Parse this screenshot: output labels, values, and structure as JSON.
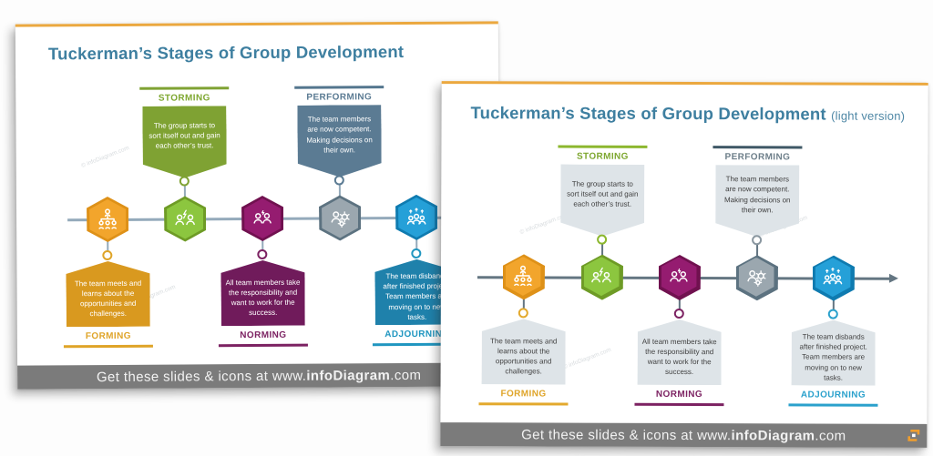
{
  "shared": {
    "title": "Tuckerman’s Stages of Group Development",
    "watermark": "© infoDiagram.com",
    "footer": {
      "prefix": "Get these slides & icons at www.",
      "brand": "infoDiagram",
      "suffix": ".com"
    }
  },
  "front_slide": {
    "title_suffix": "(light version)"
  },
  "stages": [
    {
      "id": "forming",
      "label": "FORMING",
      "side": "below",
      "description": "The team meets and learns about the opportunities and challenges.",
      "accent": "#DFA428",
      "hex_fill": "#F2A52C",
      "hex_border": "#DE9118",
      "box_dark": "#D9991F",
      "icon": "org-hierarchy"
    },
    {
      "id": "storming",
      "label": "STORMING",
      "side": "above",
      "description": "The group starts to sort itself out and gain each other’s trust.",
      "accent": "#7EA730",
      "hex_fill": "#8CC63F",
      "hex_border": "#6E9B26",
      "box_dark": "#7FA233",
      "icon": "people-conflict-bolt"
    },
    {
      "id": "norming",
      "label": "NORMING",
      "side": "below",
      "description": "All team members take the responsibility and want to work for the success.",
      "accent": "#7C2262",
      "hex_fill": "#951C70",
      "hex_border": "#70114F",
      "box_dark": "#701B5B",
      "icon": "people-agreement"
    },
    {
      "id": "performing",
      "label": "PERFORMING",
      "side": "above",
      "description": "The team members are now competent. Making decisions on their own.",
      "accent": "#5B7B93",
      "hex_fill": "#9BA7AF",
      "hex_border": "#5C7280",
      "box_dark": "#5B7B93",
      "icon": "person-gears"
    },
    {
      "id": "adjourning",
      "label": "ADJOURNING",
      "side": "below",
      "description": "The team disbands after finished project. Team members are moving on to new tasks.",
      "accent": "#2BA1CC",
      "hex_fill": "#25A0D8",
      "hex_border": "#0F7BB0",
      "box_dark": "#1F81AB",
      "icon": "people-moving-on"
    }
  ],
  "light_version": {
    "box_fill": "#DEE4E8",
    "box_text": "#3F3F3F",
    "storming_bar": "#8CB72E",
    "performing_bar": "#3F5866",
    "performing_label": "#6E7F8A"
  },
  "theme": {
    "title_color": "#3E7FA0",
    "slide_topline": "#EBA83F",
    "timeline_back": "#94AABB",
    "timeline_front": "#647682",
    "footer_bg": "#7B7B7B"
  }
}
